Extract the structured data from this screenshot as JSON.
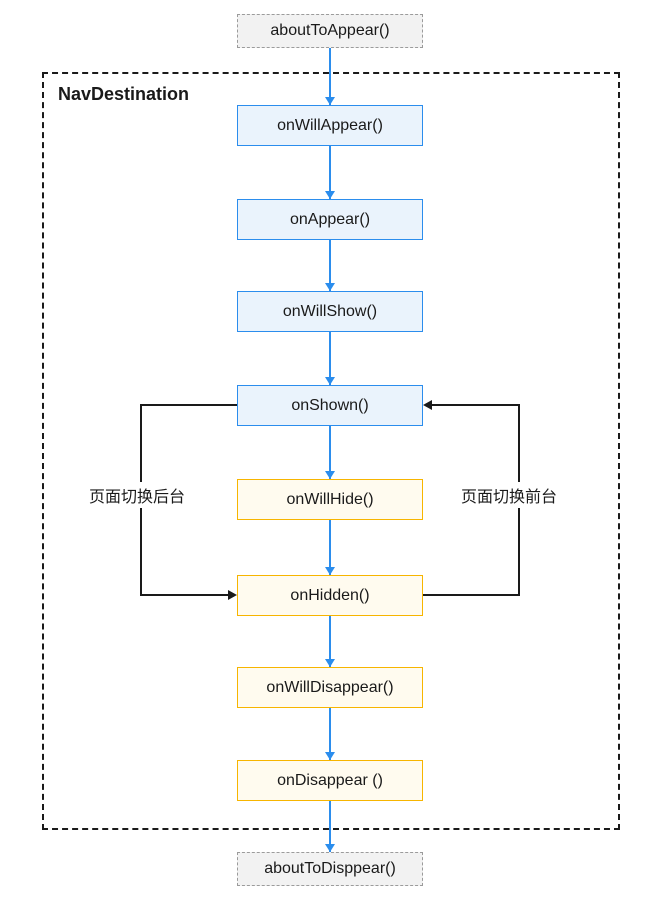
{
  "diagram": {
    "title": "NavDestination",
    "entry_node": "aboutToAppear()",
    "exit_node": "aboutToDisppear()",
    "lifecycle_nodes": [
      "onWillAppear()",
      "onAppear()",
      "onWillShow()",
      "onShown()",
      "onWillHide()",
      "onHidden()",
      "onWillDisappear()",
      "onDisappear ()"
    ],
    "transition_labels": {
      "to_background": "页面切换后台",
      "to_foreground": "页面切换前台"
    },
    "colors": {
      "appear_border": "#2b8ded",
      "appear_fill": "#eaf3fc",
      "disappear_border": "#f7b500",
      "disappear_fill": "#fffbef",
      "external_border": "#9b9b9b",
      "external_fill": "#f2f2f2",
      "flow_arrow": "#2b8ded",
      "loop_line": "#1a1a1a"
    }
  }
}
